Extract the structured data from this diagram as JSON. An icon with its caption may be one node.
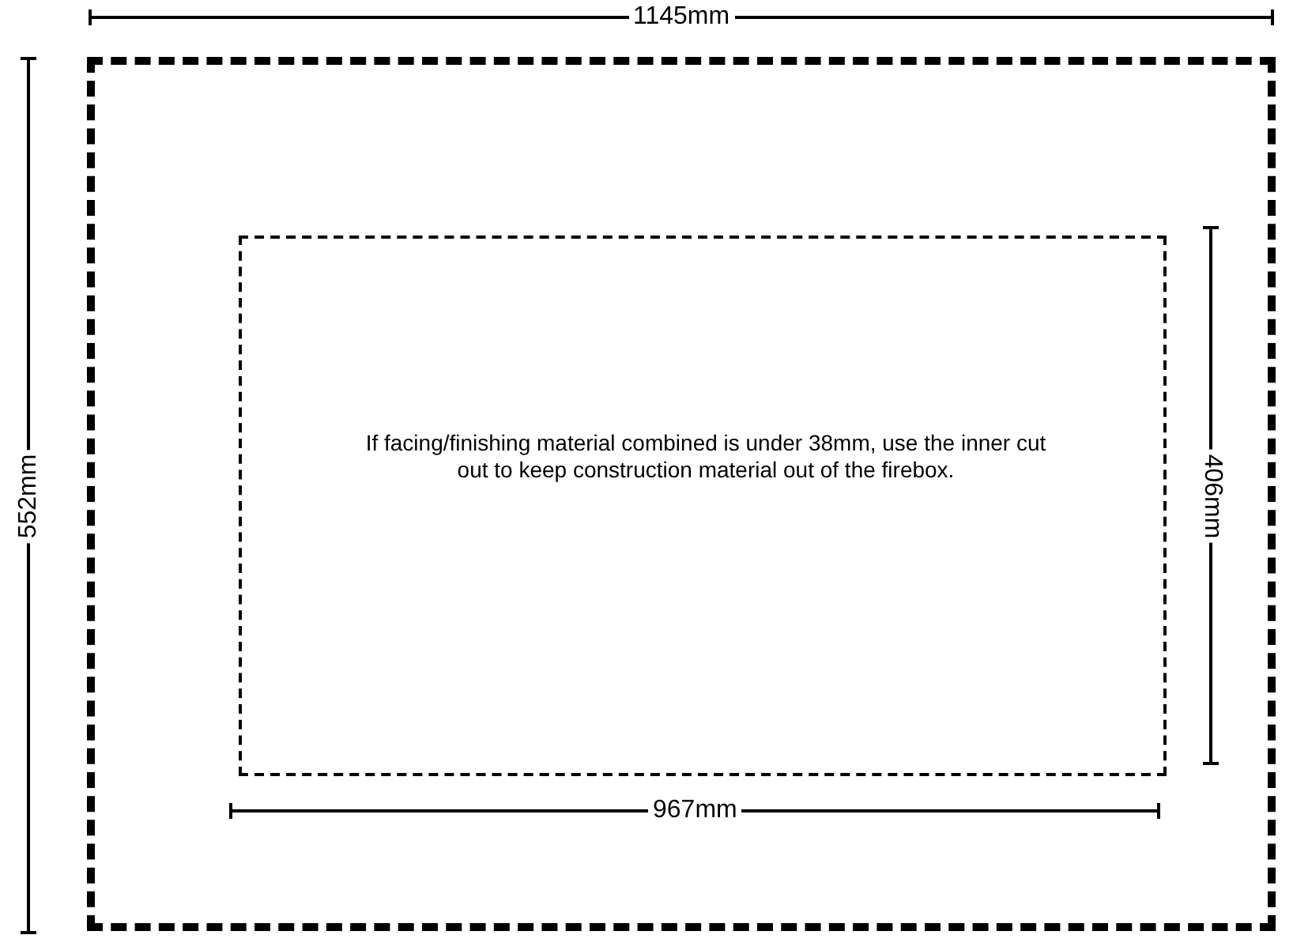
{
  "diagram": {
    "nodes": [
      {
        "text": [],
        "shape": "box"
      },
      {
        "text": [
          "If facing/finishing material combined is under 38mm, use the inner cut out to keep construction material out of the firebox."
        ],
        "in": 0
      }
    ],
    "labels": [
      "1145mm",
      "552mm",
      "406mm",
      "967mm"
    ]
  }
}
